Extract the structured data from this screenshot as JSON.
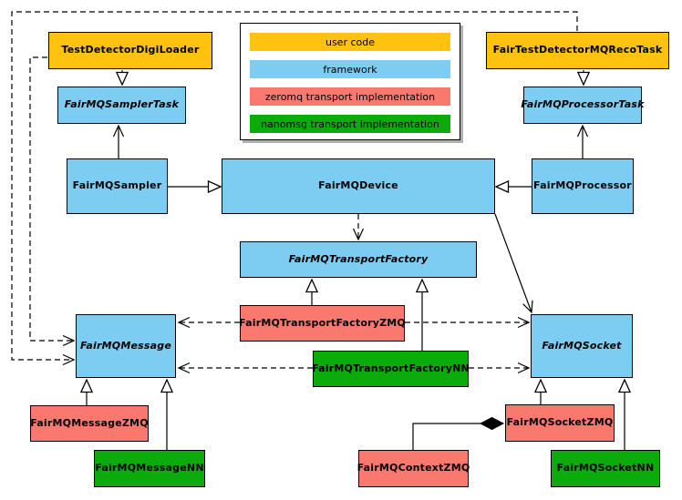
{
  "legend": {
    "items": [
      {
        "id": "user_code",
        "label": "user code"
      },
      {
        "id": "framework",
        "label": "framework"
      },
      {
        "id": "zeromq",
        "label": "zeromq transport implementation"
      },
      {
        "id": "nanomsg",
        "label": "nanomsg transport implementation"
      }
    ]
  },
  "colors": {
    "user_code": "#FFC20E",
    "framework": "#7CCDF1",
    "zeromq": "#F9796F",
    "nanomsg": "#0BAB0B"
  },
  "nodes": {
    "digiloader": {
      "label": "TestDetectorDigiLoader",
      "type": "user_code",
      "abstract": false
    },
    "recotask": {
      "label": "FairTestDetectorMQRecoTask",
      "type": "user_code",
      "abstract": false
    },
    "samplertask": {
      "label": "FairMQSamplerTask",
      "type": "framework",
      "abstract": true
    },
    "processortask": {
      "label": "FairMQProcessorTask",
      "type": "framework",
      "abstract": true
    },
    "sampler": {
      "label": "FairMQSampler",
      "type": "framework",
      "abstract": false
    },
    "device": {
      "label": "FairMQDevice",
      "type": "framework",
      "abstract": false
    },
    "processor": {
      "label": "FairMQProcessor",
      "type": "framework",
      "abstract": false
    },
    "transportfactory": {
      "label": "FairMQTransportFactory",
      "type": "framework",
      "abstract": true
    },
    "factoryzmq": {
      "label": "FairMQTransportFactoryZMQ",
      "type": "zeromq",
      "abstract": false
    },
    "factorynn": {
      "label": "FairMQTransportFactoryNN",
      "type": "nanomsg",
      "abstract": false
    },
    "message": {
      "label": "FairMQMessage",
      "type": "framework",
      "abstract": true
    },
    "socket": {
      "label": "FairMQSocket",
      "type": "framework",
      "abstract": true
    },
    "messagezmq": {
      "label": "FairMQMessageZMQ",
      "type": "zeromq",
      "abstract": false
    },
    "messagenn": {
      "label": "FairMQMessageNN",
      "type": "nanomsg",
      "abstract": false
    },
    "socketzmq": {
      "label": "FairMQSocketZMQ",
      "type": "zeromq",
      "abstract": false
    },
    "contextzmq": {
      "label": "FairMQContextZMQ",
      "type": "zeromq",
      "abstract": false
    },
    "socketnn": {
      "label": "FairMQSocketNN",
      "type": "nanomsg",
      "abstract": false
    }
  },
  "edges": [
    {
      "from": "TestDetectorDigiLoader",
      "to": "FairMQSamplerTask",
      "type": "inheritance",
      "style": "solid-hollow-triangle"
    },
    {
      "from": "FairTestDetectorMQRecoTask",
      "to": "FairMQProcessorTask",
      "type": "inheritance",
      "style": "solid-hollow-triangle"
    },
    {
      "from": "FairMQSampler",
      "to": "FairMQSamplerTask",
      "type": "association",
      "style": "solid-open-arrow"
    },
    {
      "from": "FairMQProcessor",
      "to": "FairMQProcessorTask",
      "type": "association",
      "style": "solid-open-arrow"
    },
    {
      "from": "FairMQSampler",
      "to": "FairMQDevice",
      "type": "inheritance",
      "style": "solid-hollow-triangle"
    },
    {
      "from": "FairMQProcessor",
      "to": "FairMQDevice",
      "type": "inheritance",
      "style": "solid-hollow-triangle"
    },
    {
      "from": "FairMQDevice",
      "to": "FairMQTransportFactory",
      "type": "dependency",
      "style": "dashed-open-arrow"
    },
    {
      "from": "FairMQDevice",
      "to": "FairMQSocket",
      "type": "association",
      "style": "solid-open-arrow"
    },
    {
      "from": "FairMQTransportFactoryZMQ",
      "to": "FairMQTransportFactory",
      "type": "inheritance",
      "style": "solid-hollow-triangle"
    },
    {
      "from": "FairMQTransportFactoryNN",
      "to": "FairMQTransportFactory",
      "type": "inheritance",
      "style": "solid-hollow-triangle"
    },
    {
      "from": "FairMQTransportFactoryZMQ",
      "to": "FairMQMessage",
      "type": "dependency",
      "style": "dashed-open-arrow"
    },
    {
      "from": "FairMQTransportFactoryZMQ",
      "to": "FairMQSocket",
      "type": "dependency",
      "style": "dashed-open-arrow"
    },
    {
      "from": "FairMQTransportFactoryNN",
      "to": "FairMQMessage",
      "type": "dependency",
      "style": "dashed-open-arrow"
    },
    {
      "from": "FairMQTransportFactoryNN",
      "to": "FairMQSocket",
      "type": "dependency",
      "style": "dashed-open-arrow"
    },
    {
      "from": "TestDetectorDigiLoader",
      "to": "FairMQMessage",
      "type": "dependency",
      "style": "dashed-open-arrow"
    },
    {
      "from": "FairTestDetectorMQRecoTask",
      "to": "FairMQMessage",
      "type": "dependency",
      "style": "dashed-open-arrow"
    },
    {
      "from": "FairMQMessageZMQ",
      "to": "FairMQMessage",
      "type": "inheritance",
      "style": "solid-hollow-triangle"
    },
    {
      "from": "FairMQMessageNN",
      "to": "FairMQMessage",
      "type": "inheritance",
      "style": "solid-hollow-triangle"
    },
    {
      "from": "FairMQSocketZMQ",
      "to": "FairMQSocket",
      "type": "inheritance",
      "style": "solid-hollow-triangle"
    },
    {
      "from": "FairMQSocketNN",
      "to": "FairMQSocket",
      "type": "inheritance",
      "style": "solid-hollow-triangle"
    },
    {
      "from": "FairMQContextZMQ",
      "to": "FairMQSocketZMQ",
      "type": "composition",
      "style": "solid-filled-diamond"
    }
  ]
}
